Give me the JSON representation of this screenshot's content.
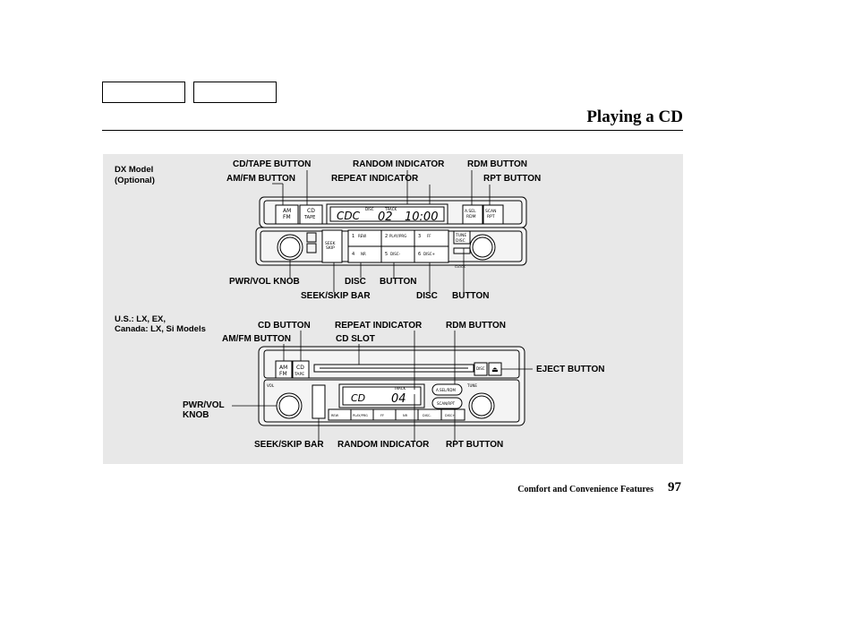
{
  "page": {
    "title": "Playing a CD",
    "footer_section": "Comfort and Convenience Features",
    "page_number": "97"
  },
  "dx": {
    "model_line1": "DX Model",
    "model_line2": "(Optional)",
    "labels": {
      "cd_tape_button": "CD/TAPE BUTTON",
      "am_fm_button": "AM/FM BUTTON",
      "random_indicator": "RANDOM INDICATOR",
      "repeat_indicator": "REPEAT INDICATOR",
      "rdm_button": "RDM BUTTON",
      "rpt_button": "RPT BUTTON",
      "pwr_vol_knob": "PWR/VOL KNOB",
      "seek_skip_bar": "SEEK/SKIP BAR",
      "disc_1": "DISC",
      "button_1": "BUTTON",
      "disc_2": "DISC",
      "button_2": "BUTTON"
    },
    "radio": {
      "am": "AM",
      "fm": "FM",
      "cd": "CD",
      "tape": "TAPE",
      "display_mode": "CDC",
      "display_track": "02",
      "display_time": "10:00",
      "disc_small": "DISC",
      "track_small": "TRACK",
      "a_sel": "A.SEL",
      "rdm": "RDM",
      "scan": "SCAN",
      "rpt": "RPT",
      "seek": "SEEK",
      "skip": "SKIP",
      "tune": "TUNE",
      "disc_key": "DISC",
      "preset_1": "1",
      "preset_1_sub": "REW",
      "preset_2": "2",
      "preset_2_sub": "PLAY/PRG",
      "preset_3": "3",
      "preset_3_sub": "FF",
      "preset_4": "4",
      "preset_4_sub": "NR",
      "preset_5": "5",
      "preset_5_sub": "DISC-",
      "preset_6": "6",
      "preset_6_sub": "DISC+",
      "clock": "CLOCK"
    }
  },
  "us": {
    "model_line1": "U.S.: LX, EX,",
    "model_line2": "Canada: LX, Si Models",
    "labels": {
      "cd_button": "CD BUTTON",
      "am_fm_button": "AM/FM BUTTON",
      "repeat_indicator": "REPEAT INDICATOR",
      "cd_slot": "CD SLOT",
      "rdm_button": "RDM BUTTON",
      "eject_button": "EJECT BUTTON",
      "pwr_vol_line1": "PWR/VOL",
      "pwr_vol_line2": "KNOB",
      "seek_skip_bar": "SEEK/SKIP BAR",
      "random_indicator": "RANDOM INDICATOR",
      "rpt_button": "RPT BUTTON"
    },
    "radio": {
      "am": "AM",
      "fm": "FM",
      "cd": "CD",
      "tape": "TAPE",
      "display_mode": "CD",
      "display_track": "04",
      "track_small": "TRACK",
      "a_sel_rdm": "A.SEL/RDM",
      "scan_rpt": "SCAN/RPT",
      "vol": "VOL",
      "tune": "TUNE",
      "disc": "DISC",
      "preset_1_sub": "REW",
      "preset_2_sub": "PLAY/PRG",
      "preset_3_sub": "FF",
      "preset_4_sub": "NR",
      "preset_5_sub": "DISC-",
      "preset_6_sub": "DISC+"
    }
  },
  "colors": {
    "panel_bg": "#e8e8e8",
    "line": "#000000",
    "radio_face": "#f4f4f4"
  }
}
